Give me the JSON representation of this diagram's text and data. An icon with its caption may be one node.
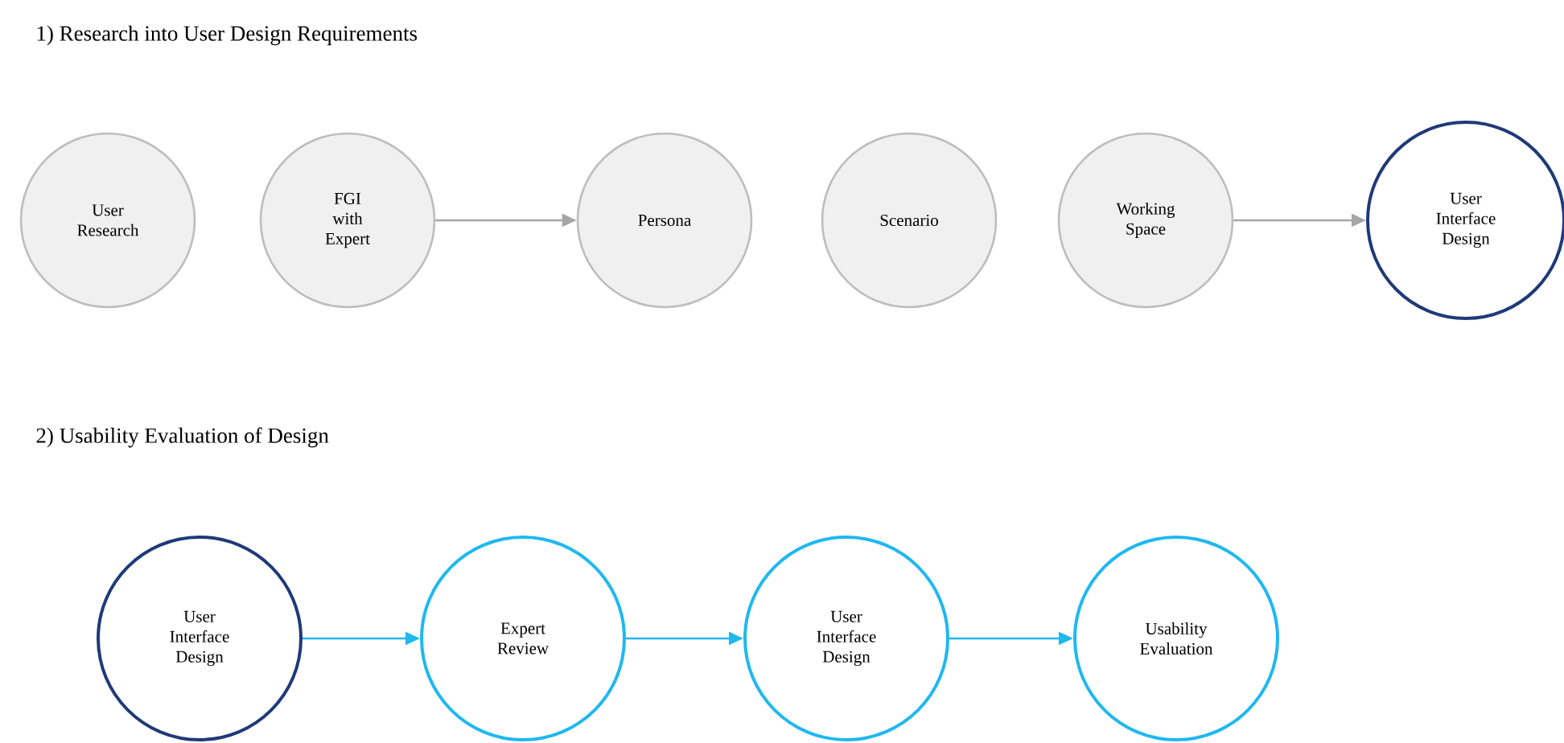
{
  "diagram": {
    "nodes": [
      {
        "text": [
          "User Research"
        ]
      },
      {
        "text": [
          "FGI with Expert"
        ]
      },
      {
        "text": [
          "Persona"
        ]
      },
      {
        "text": [
          "Scenario"
        ]
      },
      {
        "text": [
          "Working Space"
        ]
      },
      {
        "text": [
          "User Interface Design"
        ]
      },
      {
        "text": [
          "User Interface Design"
        ]
      },
      {
        "text": [
          "Expert Review"
        ]
      },
      {
        "text": [
          "User Interface Design"
        ]
      },
      {
        "text": [
          "Usability Evaluation"
        ]
      }
    ],
    "edges": [
      {
        "from": 1,
        "to": 2,
        "arrow": "to",
        "color": "#a6a6a6"
      },
      {
        "from": 4,
        "to": 5,
        "arrow": "to",
        "color": "#a6a6a6"
      },
      {
        "from": 6,
        "to": 7,
        "arrow": "to",
        "color": "#1fb8f0"
      },
      {
        "from": 7,
        "to": 8,
        "arrow": "to",
        "color": "#1fb8f0"
      },
      {
        "from": 8,
        "to": 9,
        "arrow": "to",
        "color": "#1fb8f0"
      }
    ],
    "labels": [
      "1) Research into User Design Requirements",
      "2) Usability Evaluation of Design"
    ]
  }
}
